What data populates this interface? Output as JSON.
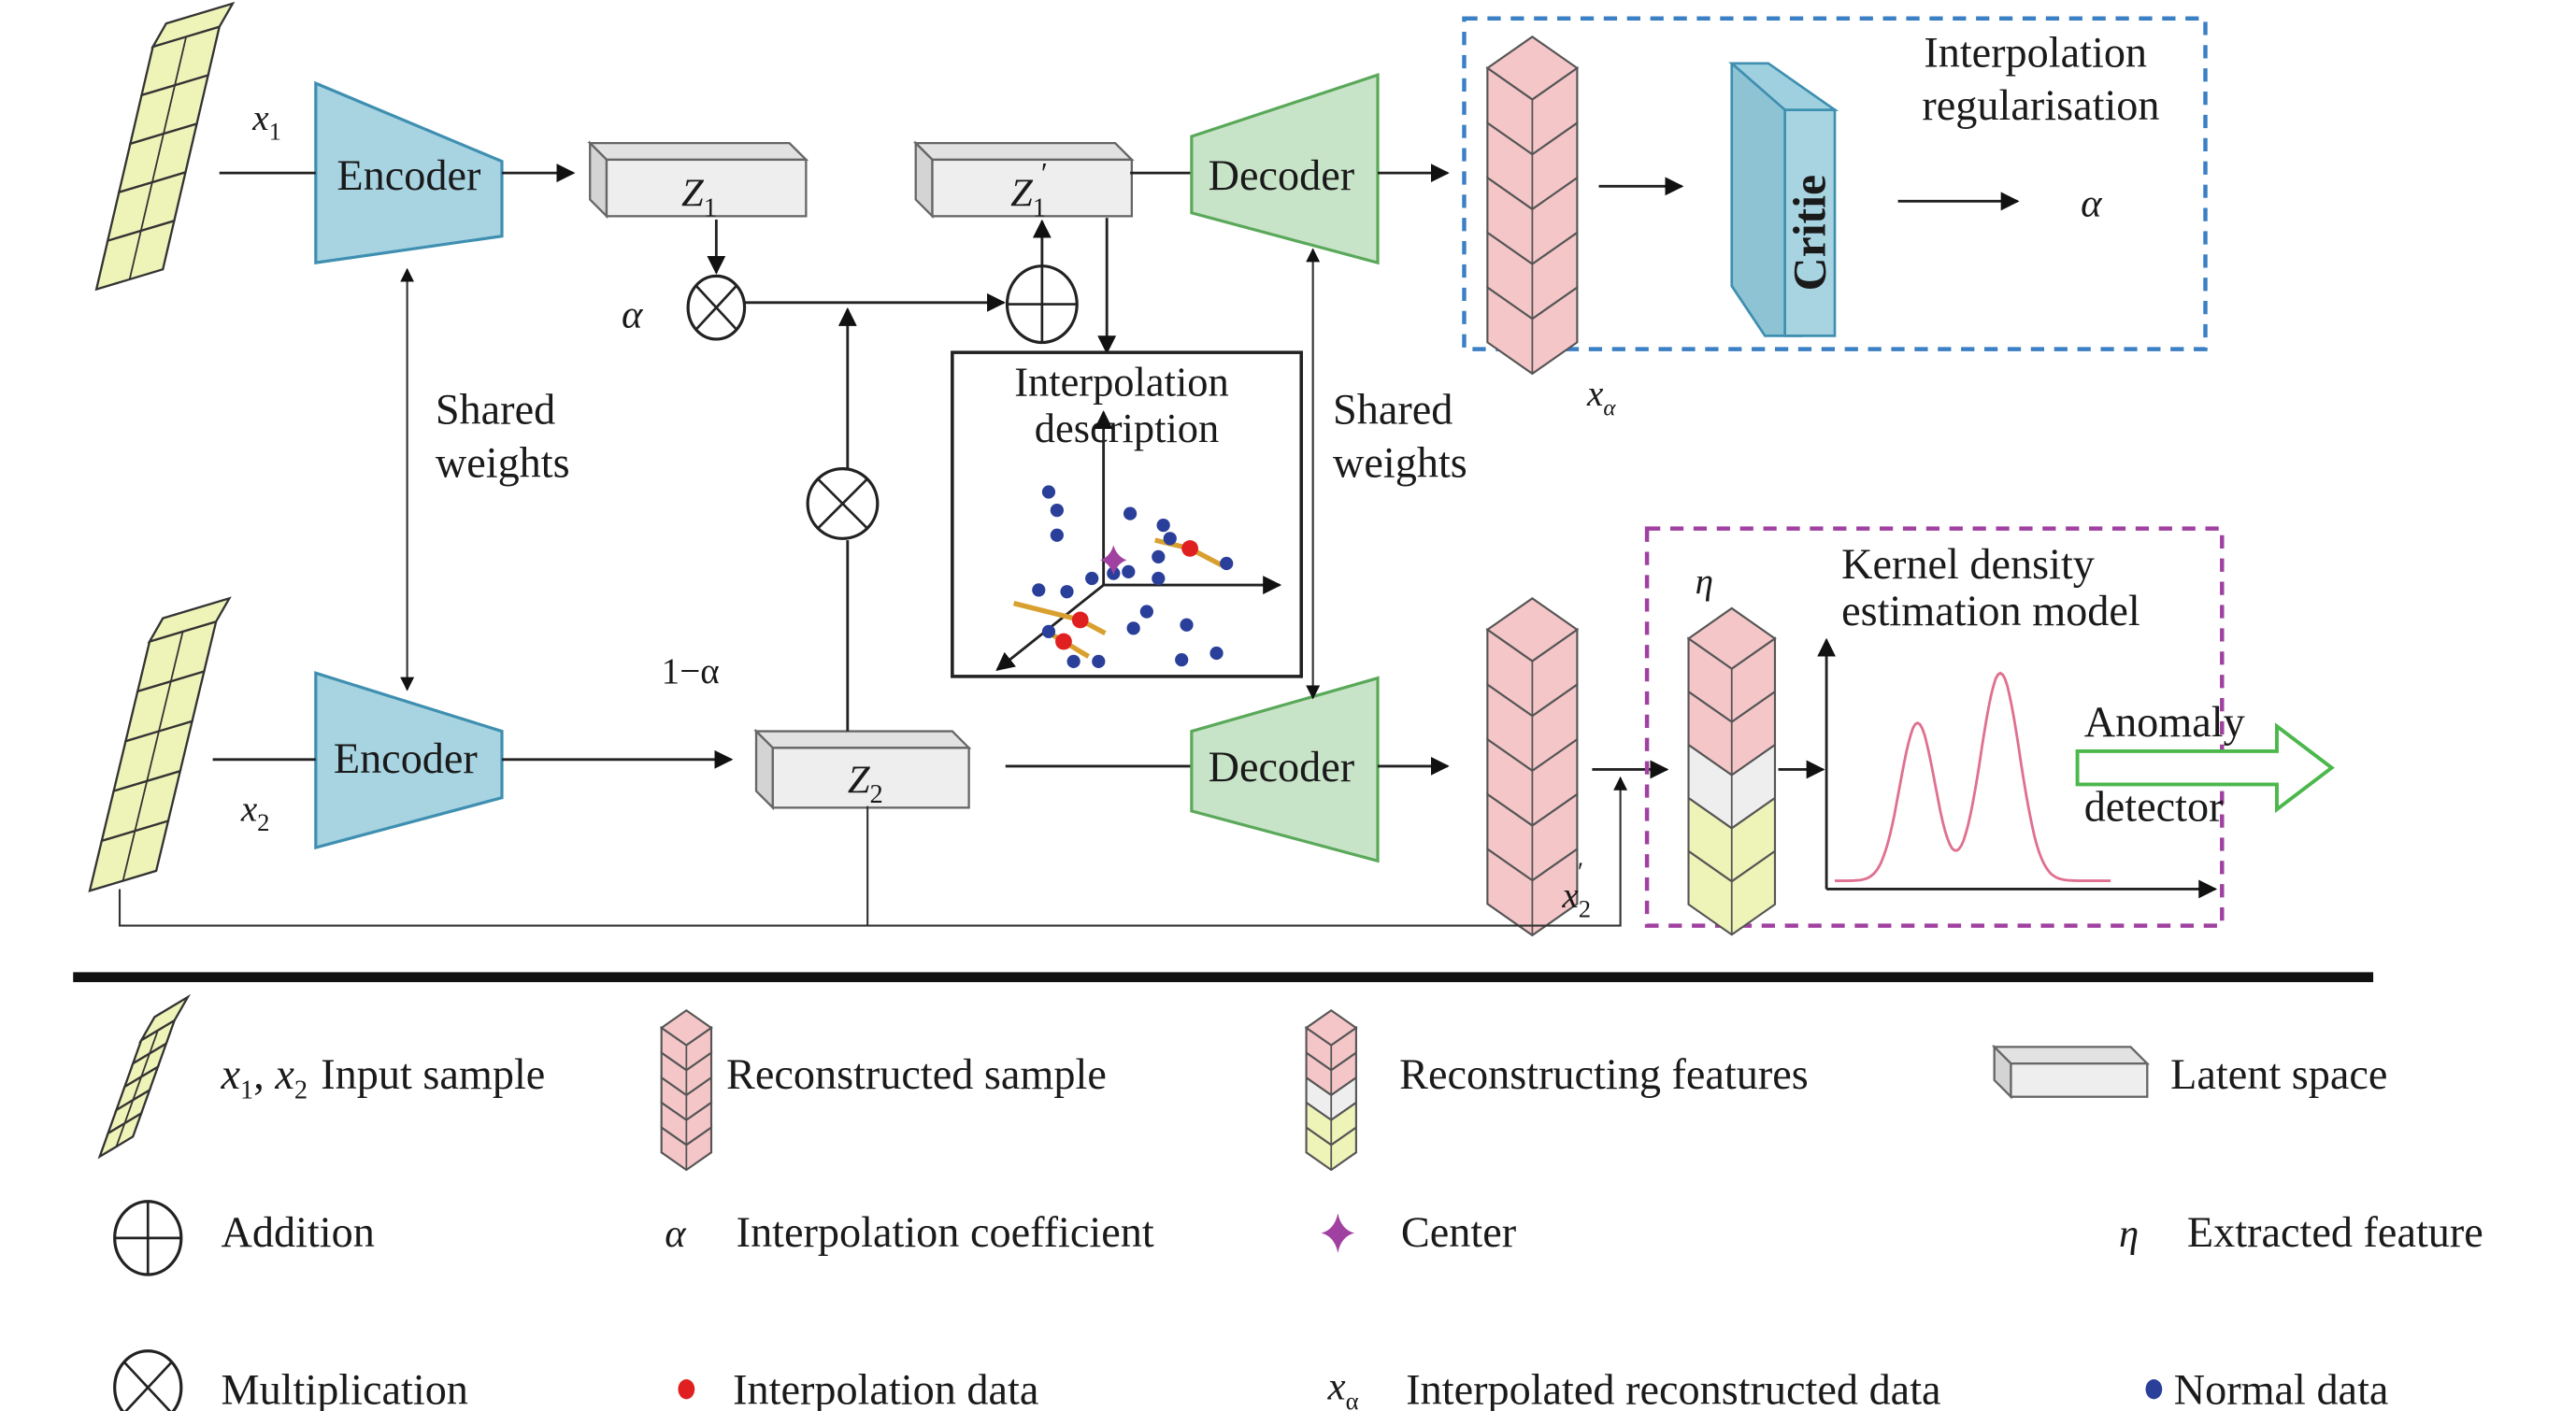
{
  "diagram": {
    "inputs": {
      "x1_label": "x",
      "x1_sub": "1",
      "x2_label": "x",
      "x2_sub": "2"
    },
    "encoder_top": "Encoder",
    "encoder_bottom": "Encoder",
    "shared_weights_left": [
      "Shared",
      "weights"
    ],
    "shared_weights_right": [
      "Shared",
      "weights"
    ],
    "z1": {
      "main": "Z",
      "sub": "1"
    },
    "z1_prime": {
      "main": "Z",
      "sub": "1",
      "prime": "′"
    },
    "z2": {
      "main": "Z",
      "sub": "2"
    },
    "alpha": "α",
    "one_minus_alpha": "1−α",
    "decoder_top": "Decoder",
    "decoder_bottom": "Decoder",
    "interpolation_description": [
      "Interpolation",
      "description"
    ],
    "interpolation_regularisation": {
      "title": [
        "Interpolation",
        "regularisation"
      ],
      "critic_label": "Critie",
      "output": "α",
      "x_alpha": {
        "main": "x",
        "sub": "α"
      }
    },
    "x2_prime": {
      "main": "x",
      "sub": "2",
      "prime": "′"
    },
    "kde": {
      "eta": "η",
      "title": [
        "Kernel density",
        "estimation model"
      ],
      "curve_description": "bimodal density curve: lower left peak, higher right peak"
    },
    "anomaly_detector": [
      "Anomaly",
      "detector"
    ],
    "scatter": {
      "normal_count": 26,
      "interpolation_count": 3,
      "center_count": 1
    }
  },
  "legend": {
    "items": [
      {
        "symbol": "x₁, x₂",
        "label": "Input sample",
        "icon": "input-column-icon"
      },
      {
        "label": "Reconstructed sample",
        "icon": "reconstructed-column-icon"
      },
      {
        "label": "Reconstructing features",
        "icon": "feature-column-icon"
      },
      {
        "label": "Latent space",
        "icon": "latent-box-icon"
      },
      {
        "label": "Addition",
        "icon": "addition-icon"
      },
      {
        "symbol": "α",
        "label": "Interpolation coefficient"
      },
      {
        "label": "Center",
        "icon": "center-star-icon"
      },
      {
        "symbol": "η",
        "label": "Extracted feature"
      },
      {
        "label": "Multiplication",
        "icon": "multiplication-icon"
      },
      {
        "label": "Interpolation data",
        "icon": "red-dot-icon"
      },
      {
        "symbol": "xα",
        "label": "Interpolated reconstructed data"
      },
      {
        "label": "Normal data",
        "icon": "blue-dot-icon"
      }
    ],
    "x1x2_a": "x",
    "x1x2_s1": "1",
    "x1x2_comma": ", ",
    "x1x2_b": "x",
    "x1x2_s2": "2",
    "xalpha_main": "x",
    "xalpha_sub": "α"
  },
  "colors": {
    "encoder": "#a8d4e2",
    "encoder_stroke": "#3e8fb0",
    "decoder": "#c8e4c8",
    "decoder_stroke": "#5aa85a",
    "input_yellow": "#eef3b8",
    "recon_pink": "#f4c6c8",
    "latent_gray": "#eeeeee",
    "blue_box": "#3b7fc4",
    "purple_box": "#a040a0",
    "normal_dot": "#2a3f9a",
    "interp_dot": "#e02020",
    "center": "#a040a0",
    "kde_curve": "#e07090",
    "anomaly_arrow": "#4cb84c"
  }
}
